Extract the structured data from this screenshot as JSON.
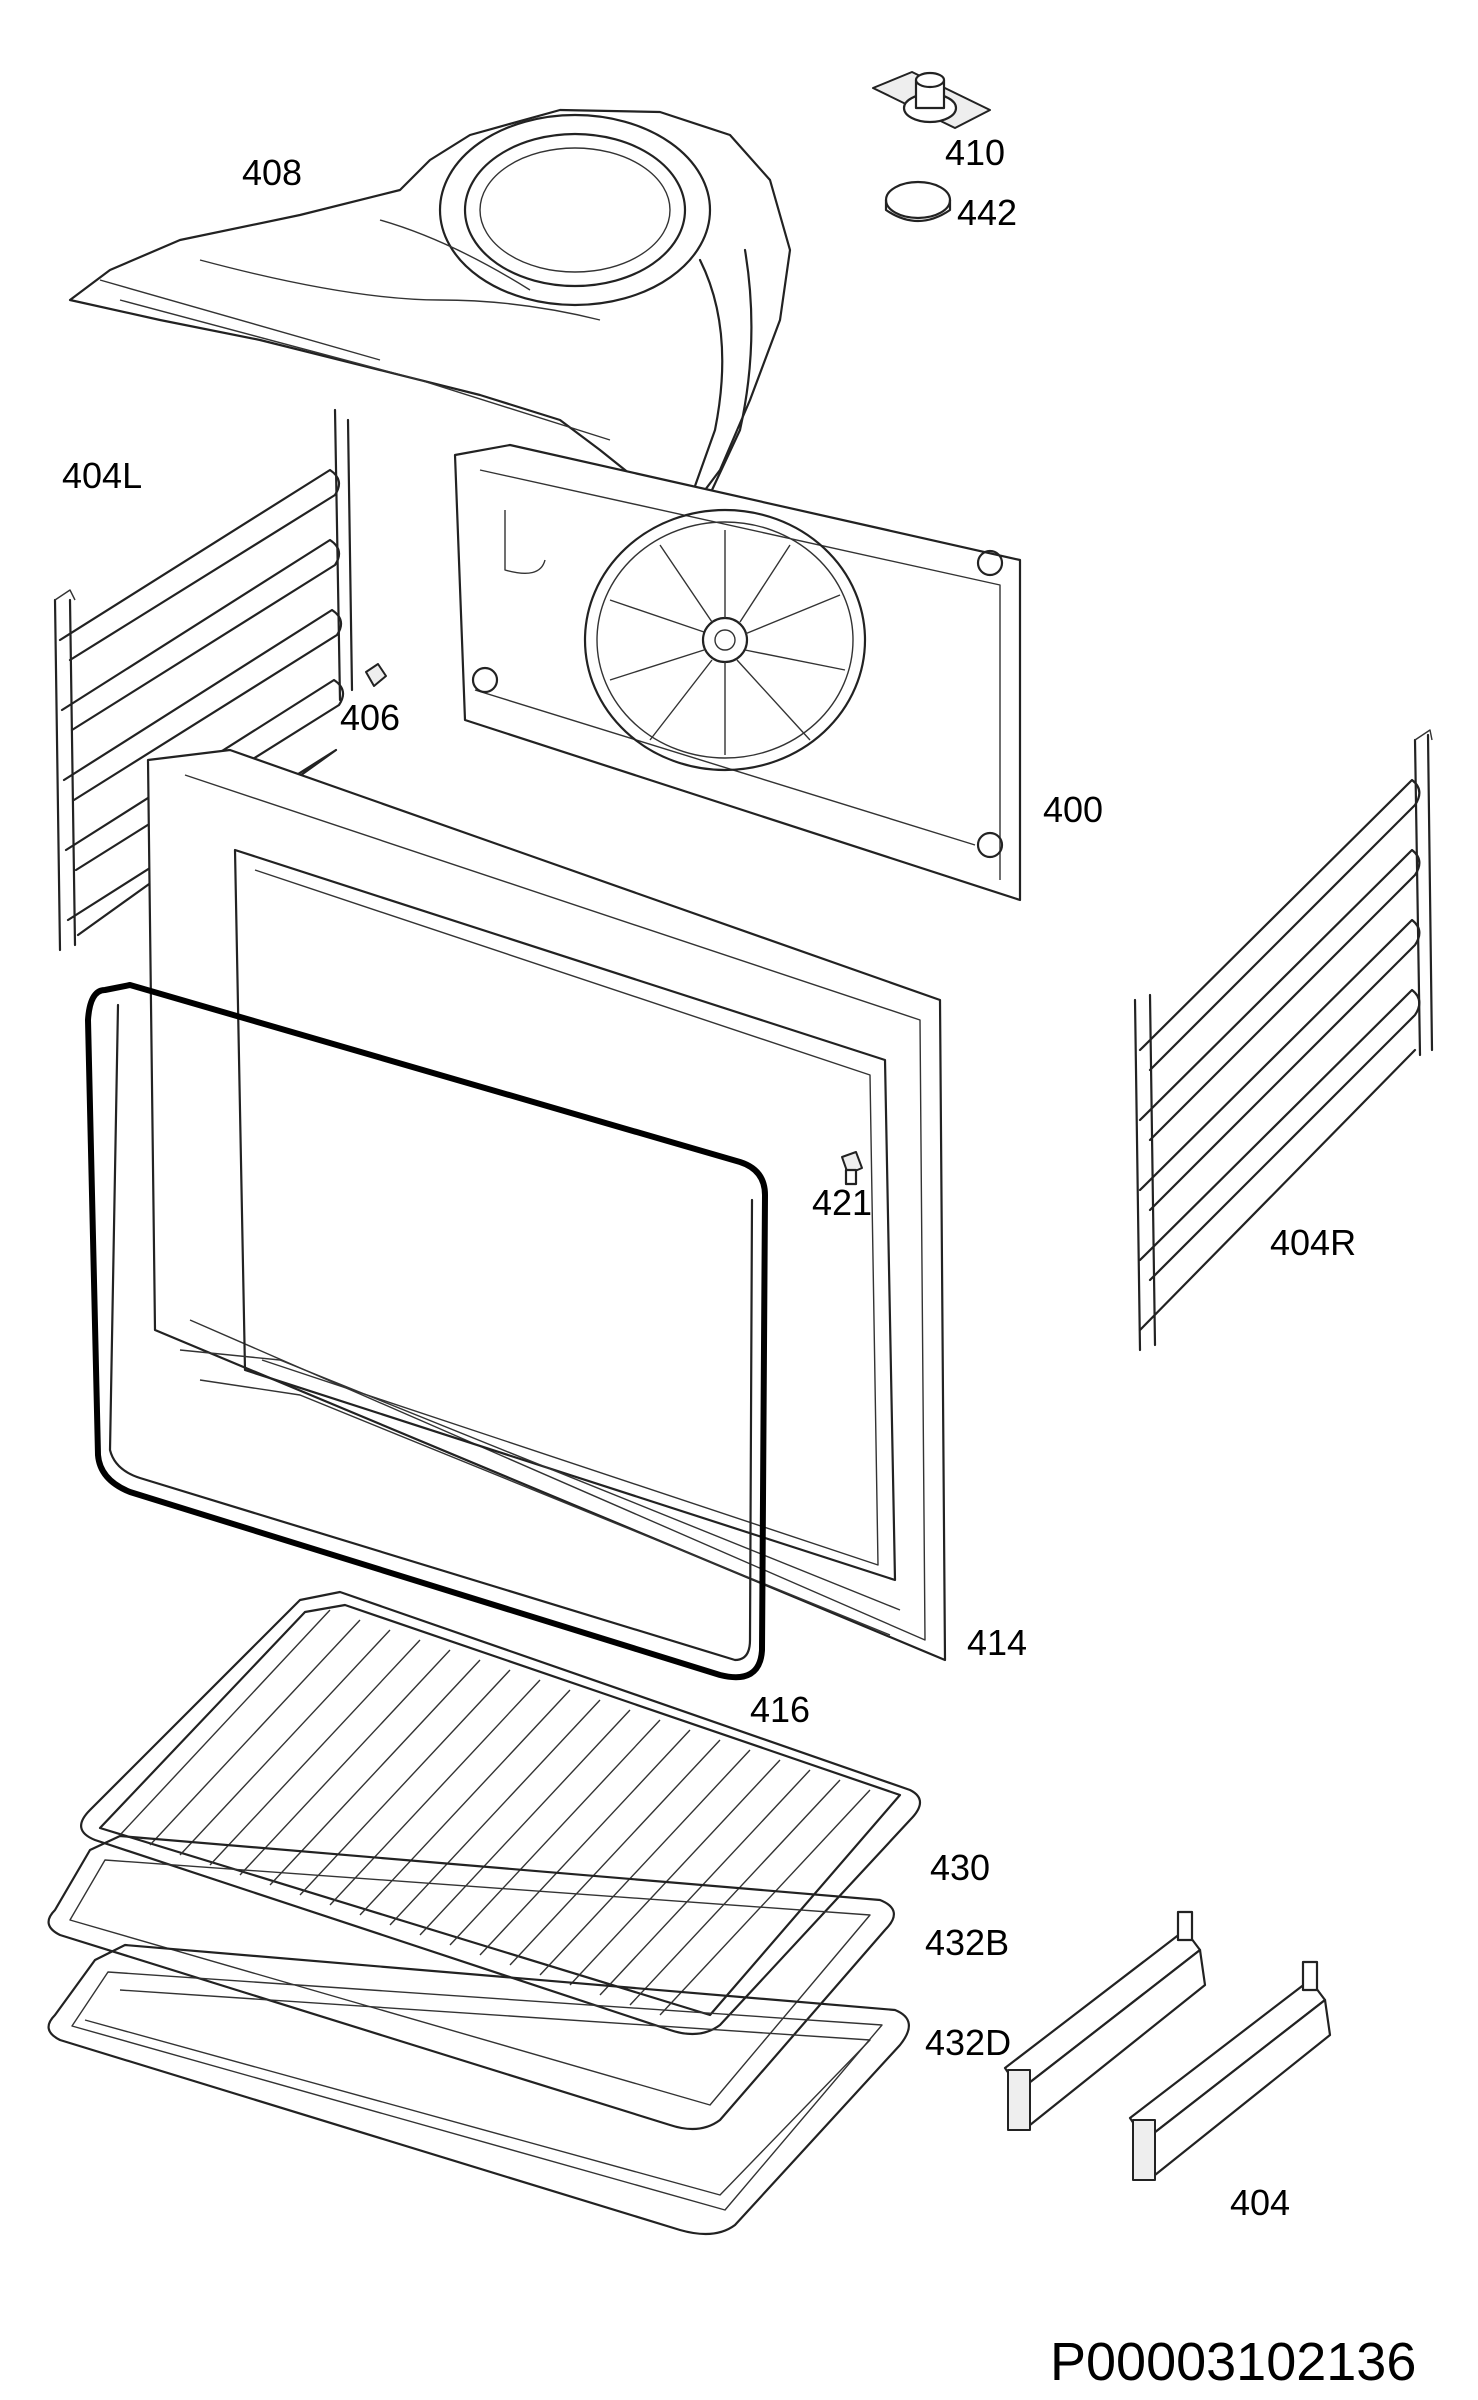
{
  "part_labels": {
    "p400": "400",
    "p404": "404",
    "p404L": "404L",
    "p404R": "404R",
    "p406": "406",
    "p408": "408",
    "p410": "410",
    "p414": "414",
    "p416": "416",
    "p421": "421",
    "p430": "430",
    "p432B": "432B",
    "p432D": "432D",
    "p442": "442"
  },
  "drawing_code": "P00003102136"
}
